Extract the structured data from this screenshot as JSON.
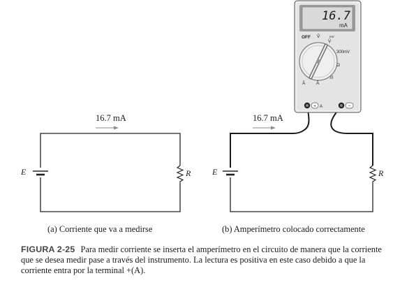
{
  "circuit_a": {
    "current": "16.7 mA",
    "source": "E",
    "resistor": "R",
    "label": "(a) Corriente que va a medirse"
  },
  "circuit_b": {
    "current": "16.7 mA",
    "source": "E",
    "resistor": "R",
    "label": "(b) Amperímetro colocado correctamente"
  },
  "meter": {
    "reading": "16.7",
    "unit": "mA",
    "off": "OFF",
    "volts_dc": "V̄",
    "volts_ac": "Ṽ",
    "millivolt": "mV",
    "range_300mv": "300mV",
    "ohm": "Ω",
    "continuity": ")))",
    "amps_dc": "Ā",
    "amps_ac": "Ã",
    "terminal_plus": "+",
    "terminal_a": "A",
    "terminal_minus": "−"
  },
  "caption": {
    "figure": "FIGURA 2-25",
    "text": "Para medir corriente se inserta el amperímetro en el circuito de manera que la corriente que se desea medir pase a través del instrumento. La lectura es positiva en este caso debido a que la corriente entra por la terminal +(A)."
  }
}
